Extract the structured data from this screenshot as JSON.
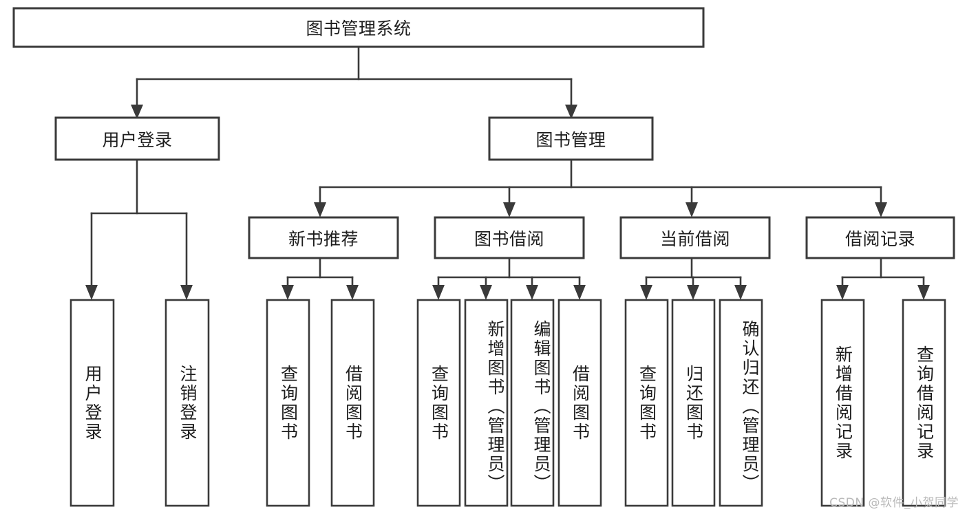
{
  "diagram": {
    "type": "tree-hierarchy-chart",
    "title": "图书管理系统",
    "watermark": "CSDN @软件_小贺同学",
    "colors": {
      "stroke": "#3a3a3a",
      "fill": "#ffffff",
      "text": "#1d1d1d",
      "watermark": "#b9b9b9"
    },
    "levels": {
      "root": "图书管理系统",
      "level2": [
        "用户登录",
        "图书管理"
      ],
      "level3": [
        "新书推荐",
        "图书借阅",
        "当前借阅",
        "借阅记录"
      ]
    },
    "nodes": {
      "root": {
        "label": "图书管理系统",
        "orientation": "horizontal"
      },
      "user_login": {
        "label": "用户登录",
        "orientation": "horizontal"
      },
      "book_manage": {
        "label": "图书管理",
        "orientation": "horizontal"
      },
      "new_book_rec": {
        "label": "新书推荐",
        "orientation": "horizontal"
      },
      "book_borrow": {
        "label": "图书借阅",
        "orientation": "horizontal"
      },
      "current_borrow": {
        "label": "当前借阅",
        "orientation": "horizontal"
      },
      "borrow_record": {
        "label": "借阅记录",
        "orientation": "horizontal"
      },
      "leaf_user_login": {
        "label": "用户登录",
        "orientation": "vertical"
      },
      "leaf_logout": {
        "label": "注销登录",
        "orientation": "vertical"
      },
      "leaf_query_book_a": {
        "label": "查询图书",
        "orientation": "vertical"
      },
      "leaf_borrow_book_a": {
        "label": "借阅图书",
        "orientation": "vertical"
      },
      "leaf_query_book_b": {
        "label": "查询图书",
        "orientation": "vertical"
      },
      "leaf_add_book": {
        "label": "新增图书（管理员）",
        "orientation": "vertical"
      },
      "leaf_edit_book": {
        "label": "编辑图书（管理员）",
        "orientation": "vertical"
      },
      "leaf_borrow_book_b": {
        "label": "借阅图书",
        "orientation": "vertical"
      },
      "leaf_query_book_c": {
        "label": "查询图书",
        "orientation": "vertical"
      },
      "leaf_return_book": {
        "label": "归还图书",
        "orientation": "vertical"
      },
      "leaf_confirm_return": {
        "label": "确认归还（管理员）",
        "orientation": "vertical"
      },
      "leaf_add_record": {
        "label": "新增借阅记录",
        "orientation": "vertical"
      },
      "leaf_query_record": {
        "label": "查询借阅记录",
        "orientation": "vertical"
      }
    },
    "edges": [
      {
        "from": "图书管理系统",
        "to": "用户登录"
      },
      {
        "from": "图书管理系统",
        "to": "图书管理"
      },
      {
        "from": "用户登录",
        "to": "用户登录"
      },
      {
        "from": "用户登录",
        "to": "注销登录"
      },
      {
        "from": "图书管理",
        "to": "新书推荐"
      },
      {
        "from": "图书管理",
        "to": "图书借阅"
      },
      {
        "from": "图书管理",
        "to": "当前借阅"
      },
      {
        "from": "图书管理",
        "to": "借阅记录"
      },
      {
        "from": "新书推荐",
        "to": "查询图书"
      },
      {
        "from": "新书推荐",
        "to": "借阅图书"
      },
      {
        "from": "图书借阅",
        "to": "查询图书"
      },
      {
        "from": "图书借阅",
        "to": "新增图书（管理员）"
      },
      {
        "from": "图书借阅",
        "to": "编辑图书（管理员）"
      },
      {
        "from": "图书借阅",
        "to": "借阅图书"
      },
      {
        "from": "当前借阅",
        "to": "查询图书"
      },
      {
        "from": "当前借阅",
        "to": "归还图书"
      },
      {
        "from": "当前借阅",
        "to": "确认归还（管理员）"
      },
      {
        "from": "借阅记录",
        "to": "新增借阅记录"
      },
      {
        "from": "借阅记录",
        "to": "查询借阅记录"
      }
    ]
  }
}
